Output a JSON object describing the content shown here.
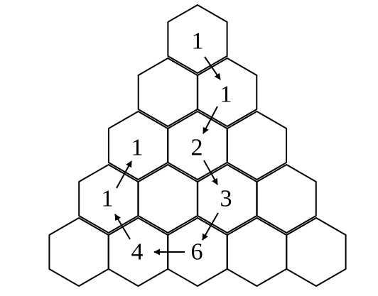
{
  "hexagon_rows": [
    1,
    2,
    3,
    4,
    5
  ],
  "numbers": [
    {
      "id": "cell-top",
      "label": "1"
    },
    {
      "id": "cell-r2-right",
      "label": "1"
    },
    {
      "id": "cell-r3-left",
      "label": "1"
    },
    {
      "id": "cell-r3-middle",
      "label": "2"
    },
    {
      "id": "cell-r4-left",
      "label": "1"
    },
    {
      "id": "cell-r4-right",
      "label": "3"
    },
    {
      "id": "cell-r5-left",
      "label": "4"
    },
    {
      "id": "cell-r5-middle",
      "label": "6"
    }
  ],
  "arrows": [
    {
      "from": "cell-top",
      "to": "cell-r2-right"
    },
    {
      "from": "cell-r2-right",
      "to": "cell-r3-middle"
    },
    {
      "from": "cell-r3-middle",
      "to": "cell-r4-right"
    },
    {
      "from": "cell-r4-right",
      "to": "cell-r5-middle"
    },
    {
      "from": "cell-r5-middle",
      "to": "cell-r5-left"
    },
    {
      "from": "cell-r5-left",
      "to": "cell-r4-left"
    },
    {
      "from": "cell-r4-left",
      "to": "cell-r3-left"
    }
  ],
  "colors": {
    "stroke": "#000000",
    "fill": "#ffffff"
  }
}
